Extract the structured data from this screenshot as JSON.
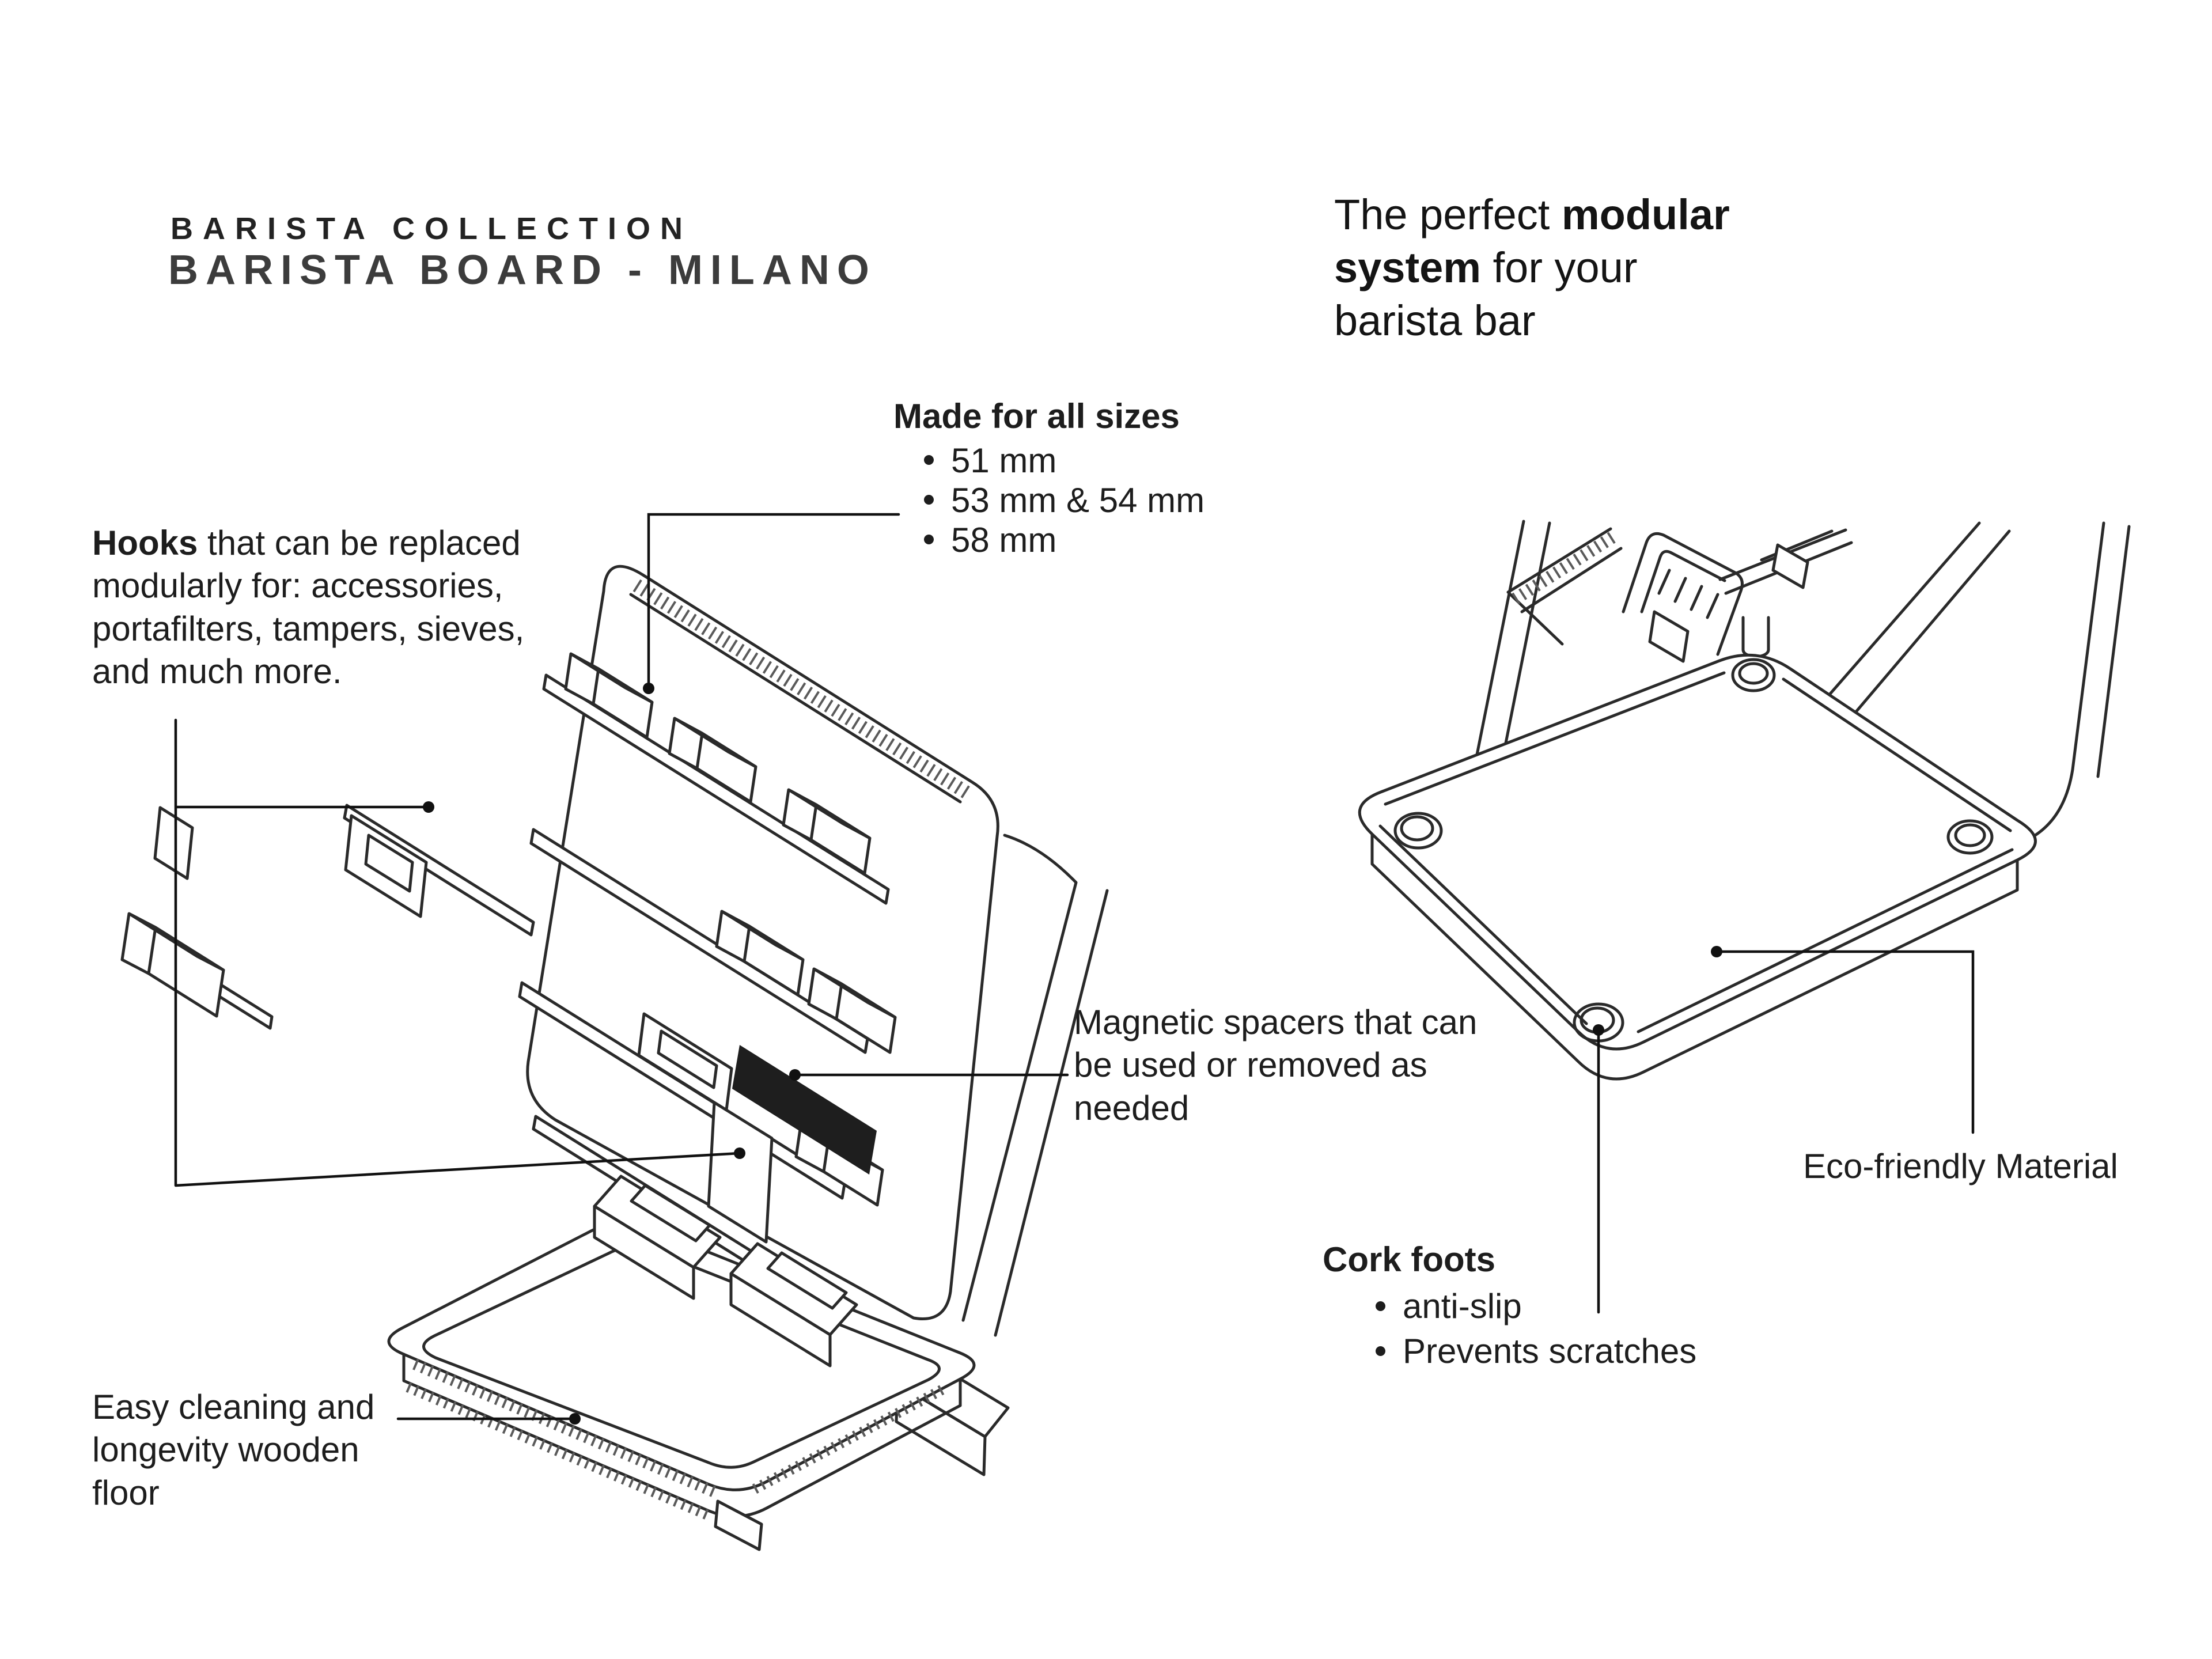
{
  "header": {
    "collection": "BARISTA COLLECTION",
    "product": "BARISTA BOARD - MILANO"
  },
  "tagline": {
    "l1_regular": "The perfect ",
    "l1_bold": "modular",
    "l2_bold": "system",
    "l2_regular": " for your",
    "l3": "barista bar"
  },
  "annotations": {
    "sizes": {
      "heading": "Made for all sizes",
      "items": [
        "51 mm",
        "53 mm & 54 mm",
        "58 mm"
      ]
    },
    "hooks": {
      "bold": "Hooks",
      "text": " that can be replaced modularly for: accessories, portafilters, tampers, sieves, and much more."
    },
    "magnetic": {
      "text": "Magnetic spacers that can be used or removed as needed"
    },
    "floor": {
      "text": "Easy cleaning and longevity wooden floor"
    },
    "cork": {
      "heading": "Cork foots",
      "items": [
        "anti-slip",
        "Prevents scratches"
      ]
    },
    "eco": {
      "text": "Eco-friendly Material"
    }
  },
  "colors": {
    "ink": "#1d1d1d",
    "title_gray": "#3c3c3c",
    "line_art": "#2a2a2a"
  }
}
